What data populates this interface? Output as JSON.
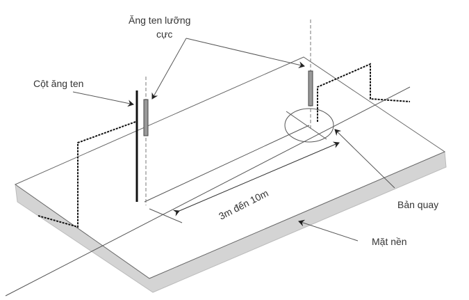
{
  "labels": {
    "dipole_antenna_line1": "Ăng ten lưỡng",
    "dipole_antenna_line2": "cực",
    "antenna_mast": "Cột ăng ten",
    "distance": "3m đến 10m",
    "turntable": "Bản quay",
    "ground_plane": "Mặt nền"
  },
  "colors": {
    "line": "#555555",
    "heavy": "#111111",
    "slab_side": "#d4d4d4"
  }
}
